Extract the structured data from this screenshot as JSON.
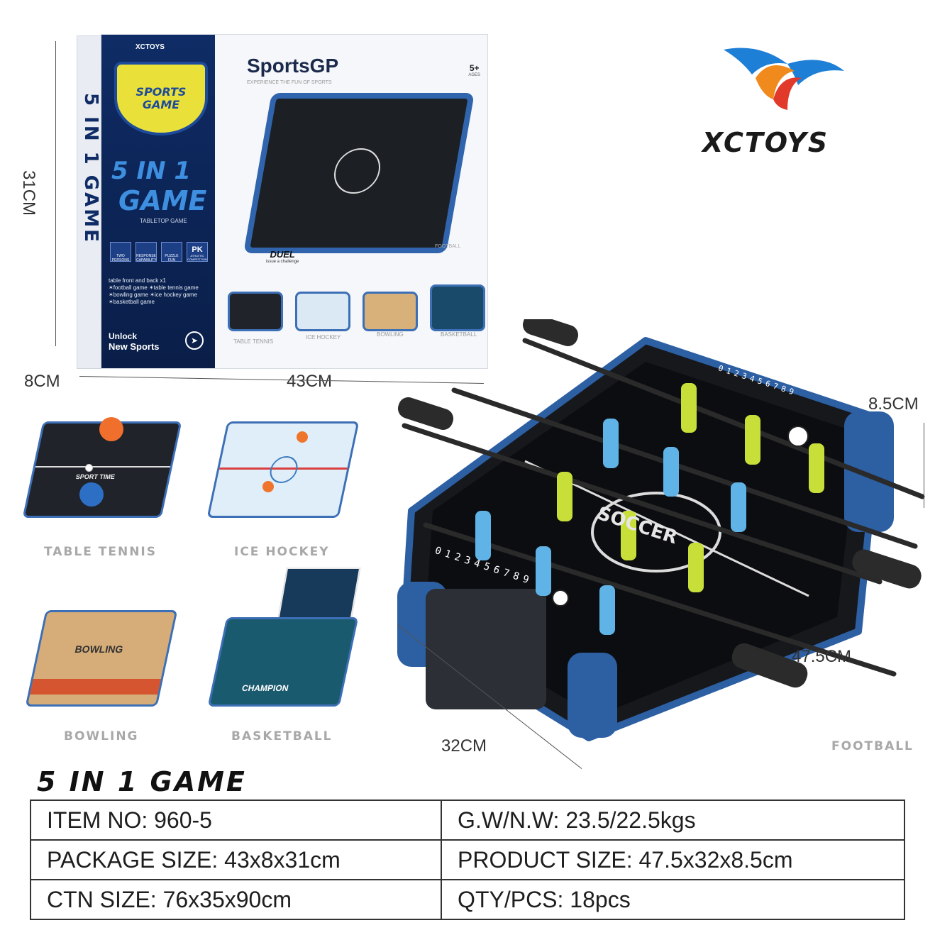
{
  "brand": {
    "name": "XCTOYS",
    "logo_colors": [
      "#1e7fd6",
      "#f08a1c",
      "#e23a2a"
    ]
  },
  "package": {
    "small_brand": "XCTOYS",
    "badge": "SPORTS GAME",
    "side_title": "5 IN 1 GAME",
    "title_line1": "5 IN 1",
    "title_line2": "GAME",
    "tag": "TABLETOP GAME",
    "headline": "SportsGP",
    "sub_headline": "EXPERIENCE THE FUN OF SPORTS",
    "age": "5+",
    "age_label": "AGES",
    "duel": "DUEL",
    "duel_sub": "issue a challenge",
    "features": [
      "TWO PERSONS",
      "RESPONSE CAPABILITY",
      "PUZZLE FUN",
      "PK"
    ],
    "feature_note": "ATHLETIC COMPETITION",
    "games_text": [
      "table front and back x1",
      "✶football game  ✶table tennis game",
      "✶bowling game  ✶ice hockey game",
      "✶basketball game"
    ],
    "unlock": "Unlock",
    "new_sports": "New Sports",
    "football_caption": "FOOTBALL",
    "thumb_captions": [
      "TABLE TENNIS",
      "ICE HOCKEY",
      "BOWLING",
      "BASKETBALL"
    ]
  },
  "dimensions": {
    "box_height": "31CM",
    "box_depth": "8CM",
    "box_width": "43CM",
    "table_height": "8.5CM",
    "table_length": "47.5CM",
    "table_width": "32CM"
  },
  "games": [
    {
      "label": "TABLE TENNIS",
      "surface": "SPORT TIME"
    },
    {
      "label": "ICE HOCKEY",
      "surface": ""
    },
    {
      "label": "BOWLING",
      "surface": "BOWLING"
    },
    {
      "label": "BASKETBALL",
      "surface": "CHAMPION"
    }
  ],
  "football": {
    "label": "FOOTBALL",
    "center_text": "SOCCER",
    "score_digits": "0123456789"
  },
  "title": "5 IN 1 GAME",
  "specs": [
    [
      "ITEM NO: 960-5",
      "G.W/N.W: 23.5/22.5kgs"
    ],
    [
      "PACKAGE SIZE: 43x8x31cm",
      "PRODUCT SIZE: 47.5x32x8.5cm"
    ],
    [
      "CTN SIZE: 76x35x90cm",
      "QTY/PCS: 18pcs"
    ]
  ],
  "colors": {
    "table_blue": "#2d5fa3",
    "player_blue": "#5fb3e6",
    "player_green": "#c8df3a"
  }
}
